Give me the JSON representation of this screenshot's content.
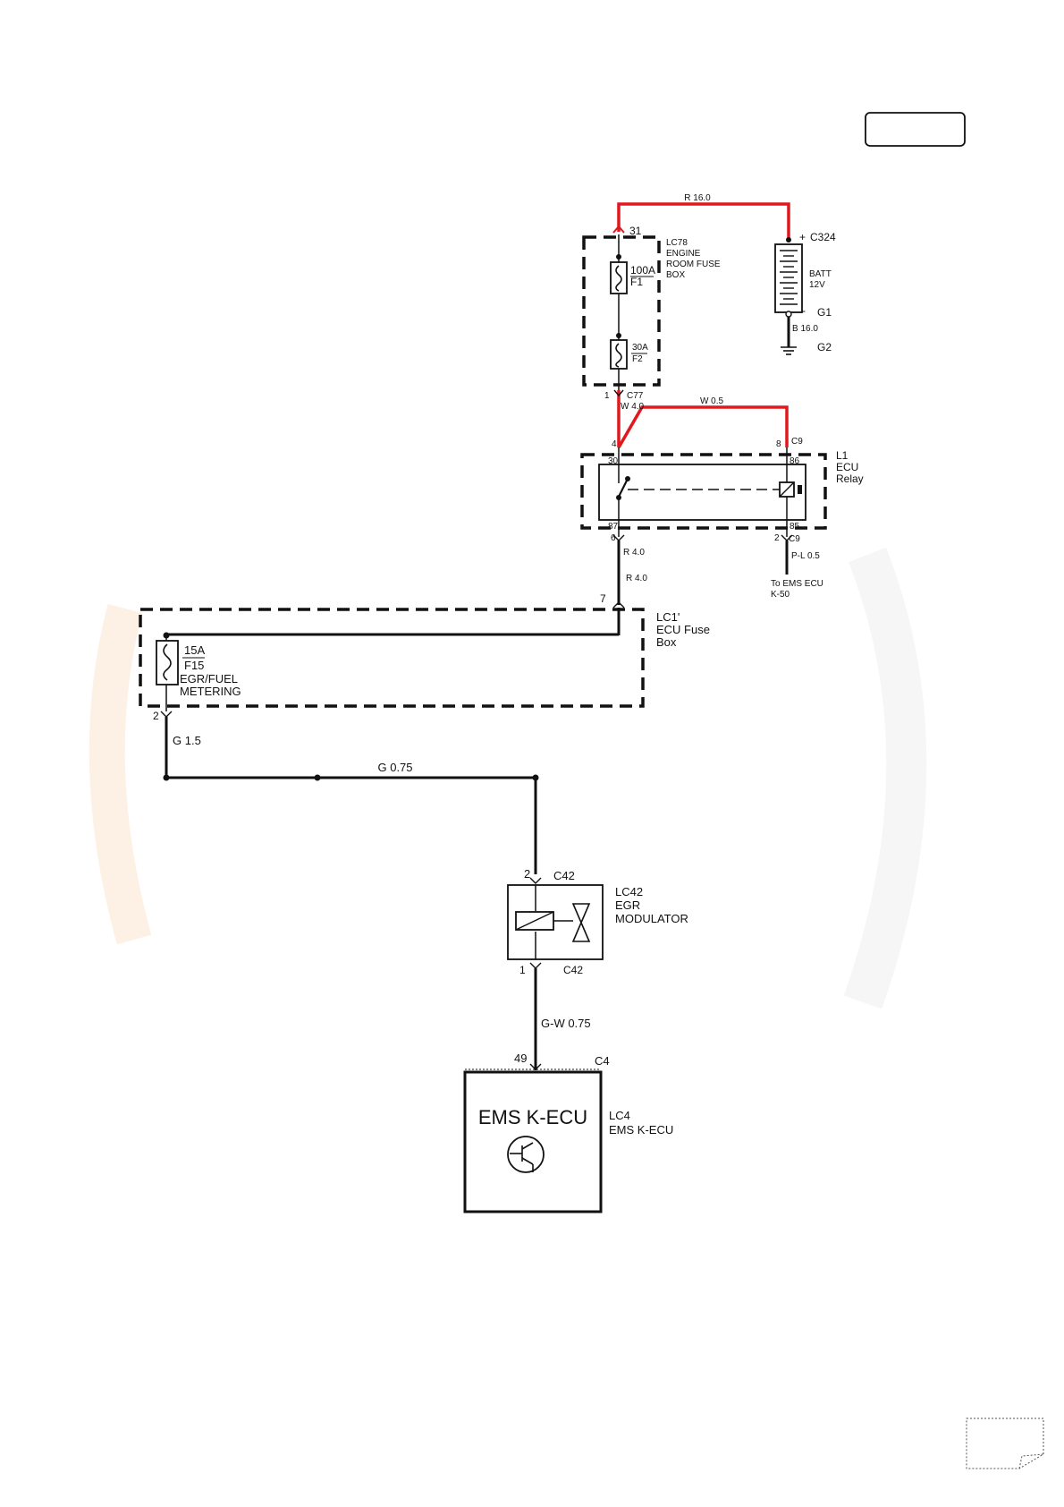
{
  "header": {
    "tag_box": ""
  },
  "fuse_box_lc78": {
    "connector_top": "31",
    "lines": [
      "LC78",
      "ENGINE",
      "ROOM FUSE",
      "BOX"
    ],
    "fuse1_rating": "100A",
    "fuse1_id": "F1",
    "fuse2_rating": "30A",
    "fuse2_id": "F2",
    "connector_bottom_pin": "1",
    "connector_bottom": "C77"
  },
  "battery": {
    "plus": "+",
    "connector": "C324",
    "lines": [
      "BATT",
      "12V"
    ],
    "minus": "-",
    "ground1": "G1",
    "ground2": "G2",
    "ground_wire": "B 16.0"
  },
  "wires": {
    "r16": "R 16.0",
    "w40": "W 4.0",
    "w05": "W 0.5",
    "r40a": "R 4.0",
    "r40b": "R 4.0",
    "pl05": "P-L 0.5",
    "g15": "G 1.5",
    "g075": "G 0.75",
    "gw075": "G-W 0.75"
  },
  "relay_l1": {
    "lines": [
      "L1",
      "ECU",
      "Relay"
    ],
    "pin4": "4",
    "pin8": "8",
    "c9_top": "C9",
    "t30": "30",
    "t86": "86",
    "t87": "87",
    "t85": "85",
    "pin6": "6",
    "pin2": "2",
    "c9_bottom": "C9",
    "to_ems_lines": [
      "To EMS ECU",
      "K-50"
    ]
  },
  "fuse_box_lc11": {
    "pin7": "7",
    "lines": [
      "LC1'",
      "ECU Fuse",
      "Box"
    ],
    "fuse_rating": "15A",
    "fuse_id": "F15",
    "fuse_lines": [
      "EGR/FUEL",
      "METERING"
    ],
    "pin2": "2"
  },
  "egr_modulator": {
    "pin_top": "2",
    "conn_top": "C42",
    "lines": [
      "LC42",
      "EGR",
      "MODULATOR"
    ],
    "pin_bottom": "1",
    "conn_bottom": "C42"
  },
  "ecu": {
    "pin": "49",
    "conn": "C4",
    "box_title": "EMS K-ECU",
    "lines": [
      "LC4",
      "EMS K-ECU"
    ]
  }
}
